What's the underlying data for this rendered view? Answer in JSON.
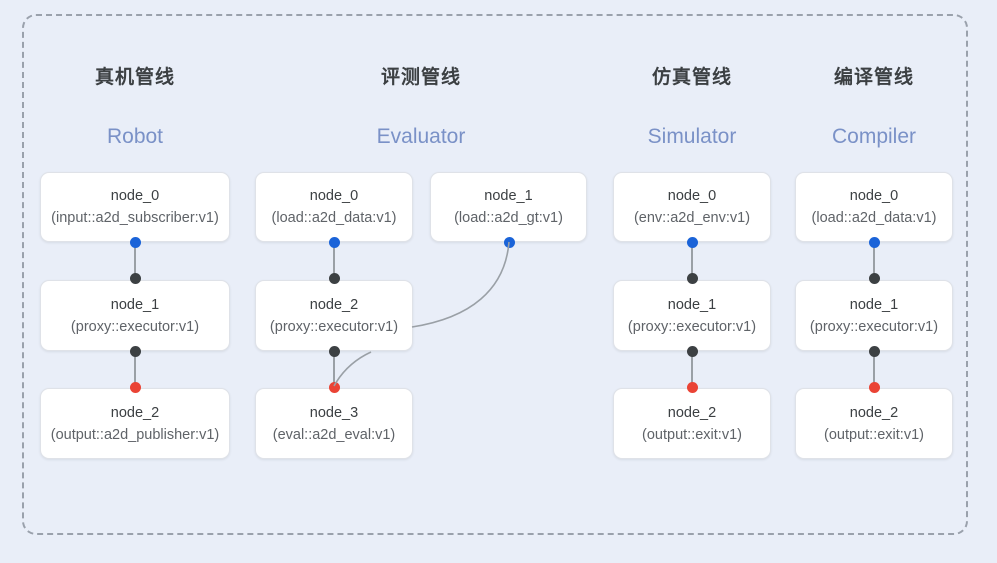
{
  "diagram": {
    "title_hidden": "",
    "background_color": "#e9eef8",
    "frame_border_color": "#9aa1ac",
    "colors": {
      "input_port": "#1a63d8",
      "proxy_port": "#3c4043",
      "output_port": "#ea4335",
      "edge": "#9aa0a6",
      "title_cn": "#3c4043",
      "title_en": "#7a91c7"
    },
    "columns": [
      {
        "id": "robot",
        "title_cn": "真机管线",
        "title_en": "Robot",
        "nodes": [
          {
            "name": "node_0",
            "type": "(input::a2d_subscriber:v1)"
          },
          {
            "name": "node_1",
            "type": "(proxy::executor:v1)"
          },
          {
            "name": "node_2",
            "type": "(output::a2d_publisher:v1)"
          }
        ]
      },
      {
        "id": "evaluator",
        "title_cn": "评测管线",
        "title_en": "Evaluator",
        "nodes": [
          {
            "name": "node_0",
            "type": "(load::a2d_data:v1)"
          },
          {
            "name": "node_1",
            "type": "(load::a2d_gt:v1)"
          },
          {
            "name": "node_2",
            "type": "(proxy::executor:v1)"
          },
          {
            "name": "node_3",
            "type": "(eval::a2d_eval:v1)"
          }
        ]
      },
      {
        "id": "simulator",
        "title_cn": "仿真管线",
        "title_en": "Simulator",
        "nodes": [
          {
            "name": "node_0",
            "type": "(env::a2d_env:v1)"
          },
          {
            "name": "node_1",
            "type": "(proxy::executor:v1)"
          },
          {
            "name": "node_2",
            "type": "(output::exit:v1)"
          }
        ]
      },
      {
        "id": "compiler",
        "title_cn": "编译管线",
        "title_en": "Compiler",
        "nodes": [
          {
            "name": "node_0",
            "type": "(load::a2d_data:v1)"
          },
          {
            "name": "node_1",
            "type": "(proxy::executor:v1)"
          },
          {
            "name": "node_2",
            "type": "(output::exit:v1)"
          }
        ]
      }
    ]
  }
}
